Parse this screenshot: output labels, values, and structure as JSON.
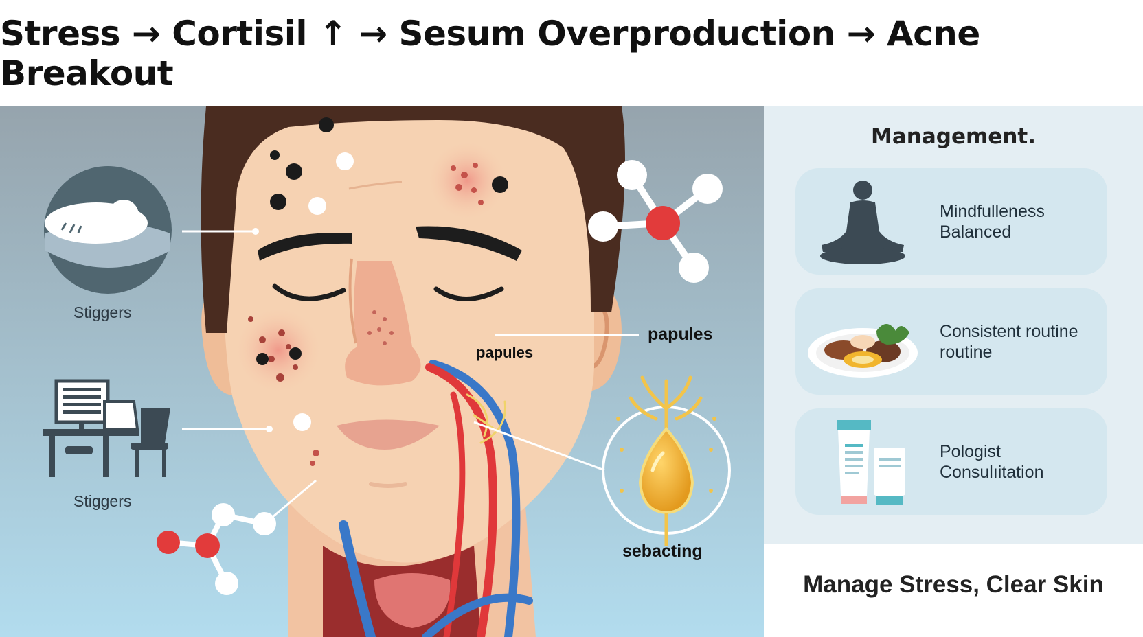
{
  "title": "Stress → Cortisil ↑ → Sesum Overproduction → Acne Breakout",
  "illustration": {
    "labels": {
      "trigger_1": "Stiggers",
      "trigger_2": "Stiggers",
      "papules_right": "papules",
      "papules_cheek": "papules",
      "sebacting": "sebacting"
    }
  },
  "management": {
    "title": "Management.",
    "cards": [
      {
        "line1": "Mindfulleness",
        "line2": "Balanced",
        "icon": "meditation-icon"
      },
      {
        "line1": "Consistent routine",
        "line2": "routine",
        "icon": "food-plate-icon"
      },
      {
        "line1": "Pologist",
        "line2": "Consulıitation",
        "icon": "skincare-tubes-icon"
      }
    ]
  },
  "footer": "Manage Stress, Clear Skin",
  "colors": {
    "skin": "#f6d2b2",
    "hair": "#4a2c20",
    "inflammation": "#e26a5e",
    "artery": "#e0383a",
    "vein": "#3a78c8",
    "sebum": "#e8a42a",
    "panel_bg": "#e4eef3",
    "card_bg": "#d4e7ef"
  }
}
